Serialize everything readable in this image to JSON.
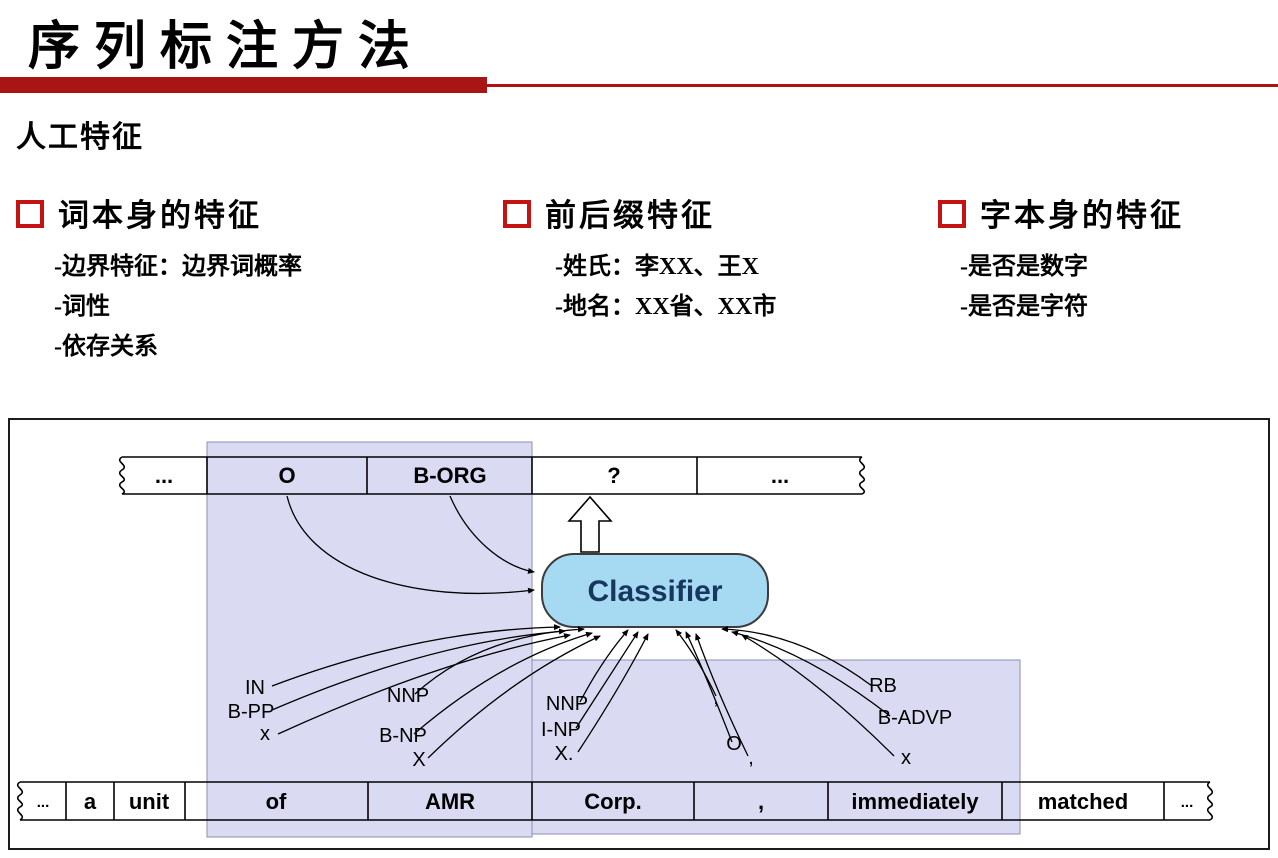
{
  "slide": {
    "title": "序列标注方法",
    "subtitle": "人工特征"
  },
  "bullets": [
    {
      "heading": "词本身的特征",
      "items": [
        "-边界特征：边界词概率",
        "-词性",
        "-依存关系"
      ]
    },
    {
      "heading": "前后缀特征",
      "items": [
        "-姓氏：李XX、王X",
        "-地名：XX省、XX市"
      ]
    },
    {
      "heading": "字本身的特征",
      "items": [
        "-是否是数字",
        "-是否是字符"
      ]
    }
  ],
  "diagram": {
    "classifier_label": "Classifier",
    "top_tape": {
      "cells": [
        "...",
        "O",
        "B-ORG",
        "?",
        "..."
      ]
    },
    "bottom_tape": {
      "cells": [
        "...",
        "a",
        "unit",
        "of",
        "AMR",
        "Corp.",
        ",",
        "immediately",
        "matched",
        "..."
      ]
    },
    "features": [
      {
        "lines": [
          "IN",
          "B-PP",
          "x"
        ]
      },
      {
        "lines": [
          "NNP",
          "B-NP",
          "X"
        ]
      },
      {
        "lines": [
          "NNP",
          "I-NP",
          "X."
        ]
      },
      {
        "lines": [
          ",",
          "O",
          ","
        ]
      },
      {
        "lines": [
          "RB",
          "B-ADVP",
          "x"
        ]
      }
    ],
    "colors": {
      "accent_red": "#a91414",
      "highlight": "#dadaf2",
      "classifier_fill": "#a6d9f2",
      "classifier_text": "#17375e"
    }
  }
}
